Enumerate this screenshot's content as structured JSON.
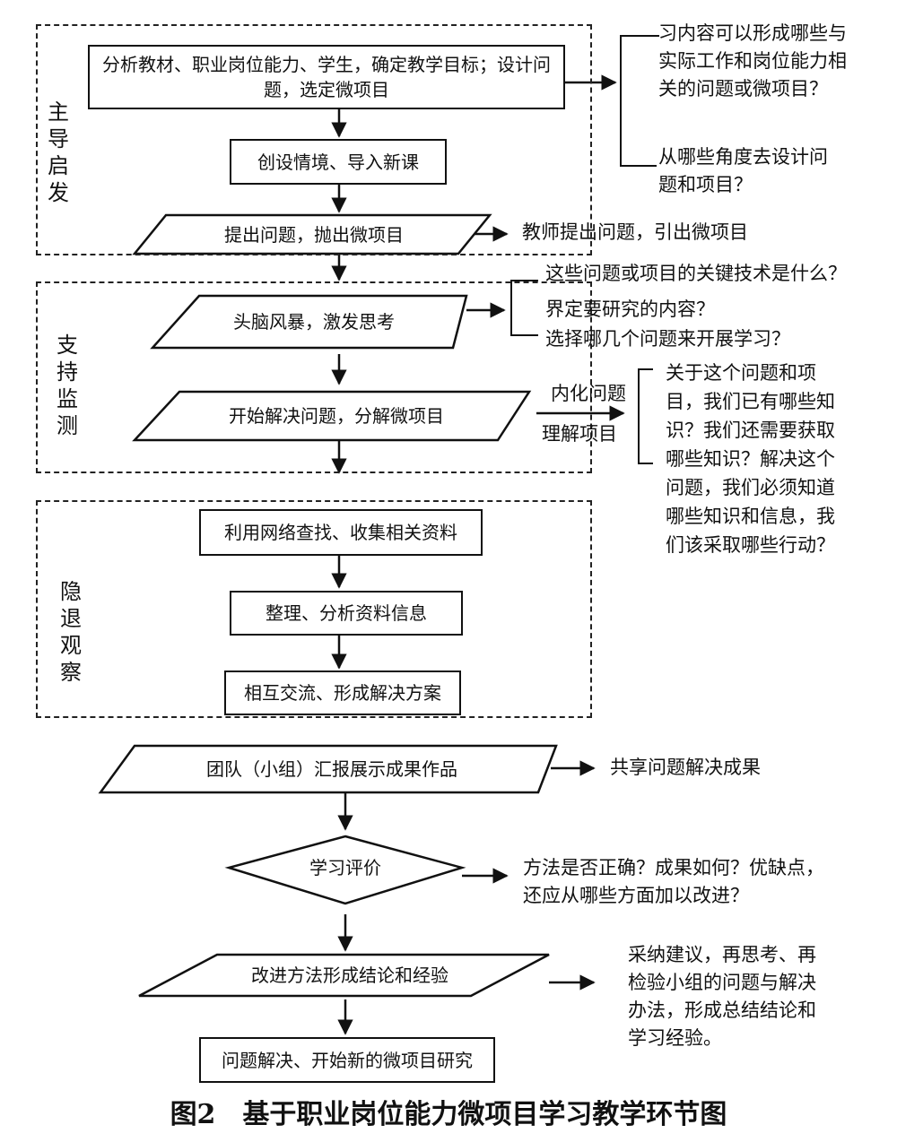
{
  "zones": {
    "guide": "主\n导\n启\n发",
    "support": "支\n持\n监\n测",
    "observe": "隐\n退\n观\n察"
  },
  "steps": {
    "analyze": "分析教材、职业岗位能力、学生，确定教学目标；设计问题，选定微项目",
    "scenario": "创设情境、导入新课",
    "raise": "提出问题，抛出微项目",
    "brainstorm": "头脑风暴，激发思考",
    "solve": "开始解决问题，分解微项目",
    "search": "利用网络查找、收集相关资料",
    "organize": "整理、分析资料信息",
    "exchange": "相互交流、形成解决方案",
    "report": "团队（小组）汇报展示成果作品",
    "evaluate": "学习评价",
    "improve": "改进方法形成结论和经验",
    "final": "问题解决、开始新的微项目研究"
  },
  "notes": {
    "q1": "习内容可以形成哪些与实际工作和岗位能力相关的问题或微项目？",
    "q2": "从哪些角度去设计问题和项目？",
    "teacher": "教师提出问题，引出微项目",
    "b1": "这些问题或项目的关键技术是什么？",
    "b2": "界定要研究的内容？",
    "b3": "选择哪几个问题来开展学习？",
    "internalize_1": "内化问题",
    "internalize_2": "理解项目",
    "knowledge": "关于这个问题和项目，我们已有哪些知识？我们还需要获取哪些知识？解决这个问题，我们必须知道哪些知识和信息，我们该采取哪些行动？",
    "share": "共享问题解决成果",
    "method": "方法是否正确？成果如何？优缺点，还应从哪些方面加以改进？",
    "adopt": "采纳建议，再思考、再检验小组的问题与解决办法，形成总结结论和学习经验。"
  },
  "caption": "图2　基于职业岗位能力微项目学习教学环节图"
}
